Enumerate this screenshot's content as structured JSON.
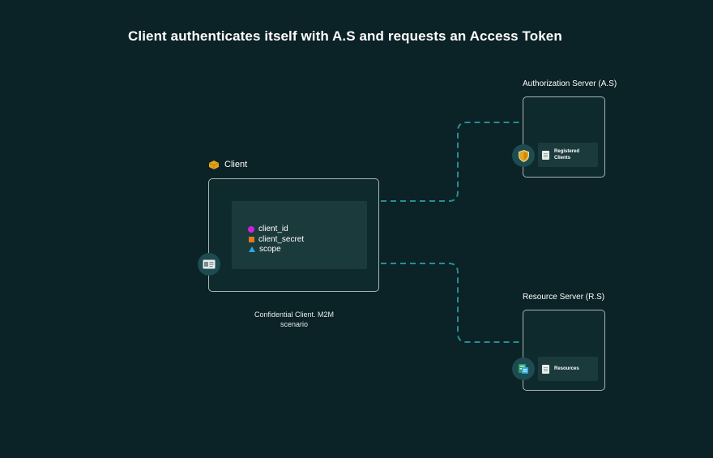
{
  "title": "Client authenticates itself with A.S and requests an Access Token",
  "client": {
    "label": "Client",
    "label_icon": "key-package-icon",
    "badge_icon": "id-card-icon",
    "credentials": [
      {
        "text": "client_id",
        "marker": "circle",
        "color": "#cc22dd"
      },
      {
        "text": "client_secret",
        "marker": "square",
        "color": "#e07b1a"
      },
      {
        "text": "scope",
        "marker": "triangle",
        "color": "#2aa8e0"
      }
    ],
    "caption": "Confidential Client. M2M scenario"
  },
  "authorization_server": {
    "label": "Authorization Server (A.S)",
    "badge_icon": "shield-icon",
    "panel_text_line1": "Registered",
    "panel_text_line2": "Clients"
  },
  "resource_server": {
    "label": "Resource Server (R.S)",
    "badge_icon": "server-icon",
    "panel_text": "Resources"
  },
  "colors": {
    "background": "#0b2226",
    "connector": "#2a8c94",
    "box_border": "#a9b3b5",
    "panel": "#1b3a3c"
  }
}
